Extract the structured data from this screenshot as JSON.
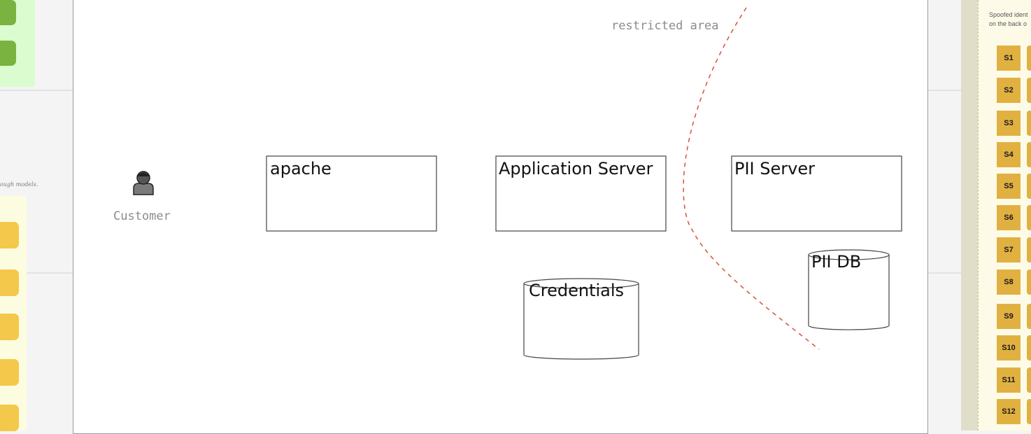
{
  "diagram": {
    "trust_boundary_label": "restricted area",
    "actor": {
      "label": "Customer",
      "icon": "person-icon"
    },
    "processes": [
      {
        "id": "apache",
        "label": "apache"
      },
      {
        "id": "app-server",
        "label": "Application Server"
      },
      {
        "id": "pii-server",
        "label": "PII Server"
      }
    ],
    "stores": [
      {
        "id": "credentials",
        "label": "Credentials"
      },
      {
        "id": "pii-db",
        "label": "PII DB"
      }
    ],
    "colors": {
      "boundary": "#d9503a",
      "box_border": "#444444",
      "canvas": "#ffffff"
    }
  },
  "left_panel": {
    "caption": "ough models."
  },
  "right_panel": {
    "text_lines": [
      "Spoofed ident",
      "on the back o"
    ],
    "cards": [
      "S1",
      "S2",
      "S3",
      "S4",
      "S5",
      "S6",
      "S7",
      "S8",
      "S9",
      "S10",
      "S11",
      "S12"
    ],
    "colors": {
      "card": "#e0b141"
    }
  }
}
